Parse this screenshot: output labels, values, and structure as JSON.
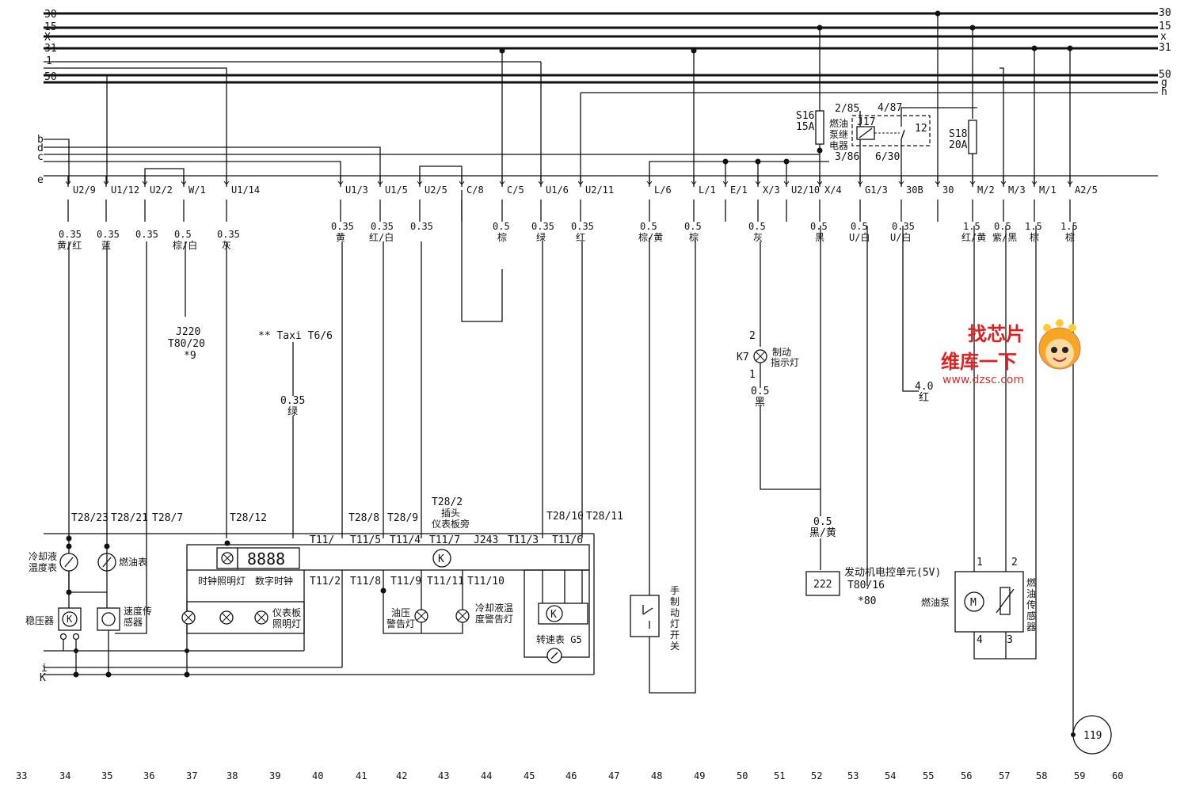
{
  "buses_left": {
    "b30": "30",
    "b15": "15",
    "bX": "X",
    "b31": "31",
    "b1": "1",
    "b50": "50"
  },
  "buses_right": {
    "b30": "30",
    "b15": "15",
    "bx": "x",
    "b31": "31",
    "b50": "50",
    "bg": "g",
    "bh": "h"
  },
  "aux_lines": {
    "b": "b",
    "d": "d",
    "c": "c",
    "e": "e",
    "i": "i",
    "K": "K"
  },
  "top_connectors": [
    {
      "id": "U2/9",
      "size": "0.35",
      "color": "黄/红"
    },
    {
      "id": "U1/12",
      "size": "0.35",
      "color": "蓝"
    },
    {
      "id": "U2/2",
      "size": "0.35",
      "color": ""
    },
    {
      "id": "W/1",
      "size": "0.5",
      "color": "棕/白"
    },
    {
      "id": "U1/14",
      "size": "0.35",
      "color": "灰"
    },
    {
      "id": "U1/3",
      "size": "0.35",
      "color": "黄"
    },
    {
      "id": "U1/5",
      "size": "0.35",
      "color": "红/白"
    },
    {
      "id": "U2/5",
      "size": "0.35",
      "color": ""
    },
    {
      "id": "C/8",
      "size": "",
      "color": ""
    },
    {
      "id": "C/5",
      "size": "0.5",
      "color": "棕"
    },
    {
      "id": "U1/6",
      "size": "0.35",
      "color": "绿"
    },
    {
      "id": "U2/11",
      "size": "0.35",
      "color": "红"
    },
    {
      "id": "L/6",
      "size": "0.5",
      "color": "棕/黄"
    },
    {
      "id": "L/1",
      "size": "0.5",
      "color": "棕"
    },
    {
      "id": "E/1",
      "size": "",
      "color": ""
    },
    {
      "id": "X/3",
      "size": "0.5",
      "color": "灰"
    },
    {
      "id": "U2/10",
      "size": "",
      "color": ""
    },
    {
      "id": "X/4",
      "size": "0.5",
      "color": "黑"
    },
    {
      "id": "G1/3",
      "size": "0.5",
      "color": "U/白"
    },
    {
      "id": "30B",
      "size": "0.35",
      "color": "U/白"
    },
    {
      "id": "30",
      "size": "",
      "color": ""
    },
    {
      "id": "M/2",
      "size": "1.5",
      "color": "红/黄"
    },
    {
      "id": "M/3",
      "size": "0.5",
      "color": "紫/黑"
    },
    {
      "id": "M/1",
      "size": "1.5",
      "color": "棕"
    },
    {
      "id": "A2/5",
      "size": "1.5",
      "color": "棕"
    }
  ],
  "labels": {
    "j220": "J220",
    "t80_20": "T80/20",
    "note9": "*9",
    "taxi": "** Taxi T6/6",
    "taxi_size": "0.35",
    "taxi_color": "绿",
    "s16": "S16",
    "s16a": "15A",
    "s18": "S18",
    "s18a": "20A",
    "relay_285": "2/85",
    "relay_487": "4/87",
    "relay_386": "3/86",
    "relay_630": "6/30",
    "relay_12": "12",
    "relay_j17": "J17",
    "relay_name": [
      "燃油",
      "泵继",
      "电器"
    ],
    "k7": "K7",
    "k7_2": "2",
    "k7_1": "1",
    "k7_name": [
      "制动",
      "指示灯"
    ],
    "k7_size": "0.5",
    "k7_color": "黑",
    "red40": "4.0",
    "red40c": "红",
    "bk_size": "0.5",
    "bk_color": "黑/黄",
    "box222": "222",
    "ecu": "发动机电控单元(5V)",
    "ecu_t80": "T80/16",
    "note80": "*80",
    "hand_brake": [
      "手",
      "制",
      "动",
      "灯",
      "开",
      "关"
    ],
    "pump": "燃油泵",
    "fuel_sensor": [
      "燃",
      "油",
      "传",
      "感",
      "器"
    ],
    "pump_1": "1",
    "pump_2": "2",
    "pump_4": "4",
    "pump_3": "3",
    "ref119": "119",
    "t28_23": "T28/23",
    "t28_21": "T28/21",
    "t28_7": "T28/7",
    "t28_12": "T28/12",
    "t28_8": "T28/8",
    "t28_9": "T28/9",
    "t28_2": "T28/2",
    "plug": "插头",
    "plug2": "仪表板旁",
    "t28_10": "T28/10",
    "t28_11": "T28/11",
    "t11_": "T11/",
    "t11_5": "T11/5",
    "t11_4": "T11/4",
    "t11_7": "T11/7",
    "j243": "J243",
    "t11_3": "T11/3",
    "t11_6": "T11/6",
    "t11_2": "T11/2",
    "t11_8": "T11/8",
    "t11_9": "T11/9",
    "t11_11": "T11/11",
    "t11_10": "T11/10",
    "clock_light": "时钟照明灯",
    "digital_clock": "数字时钟",
    "clock_digits": "8888",
    "coolant_gauge": [
      "冷却液",
      "温度表"
    ],
    "fuel_gauge": "燃油表",
    "regulator": "稳压器",
    "speed_sensor": [
      "速度传",
      "感器"
    ],
    "dash_light": [
      "仪表板",
      "照明灯"
    ],
    "oil_warn": [
      "油压",
      "警告灯"
    ],
    "coolant_warn": [
      "冷却液温",
      "度警告灯"
    ],
    "tacho": "转速表 G5",
    "k_sym": "K",
    "m_sym": "M"
  },
  "bottom_numbers": [
    "33",
    "34",
    "35",
    "36",
    "37",
    "38",
    "39",
    "40",
    "41",
    "42",
    "43",
    "44",
    "45",
    "46",
    "47",
    "48",
    "49",
    "50",
    "51",
    "52",
    "53",
    "54",
    "55",
    "56",
    "57",
    "58",
    "59",
    "60"
  ],
  "watermark": {
    "line1": "找芯片",
    "line2": "维库一下",
    "url": "www.dzsc.com"
  }
}
